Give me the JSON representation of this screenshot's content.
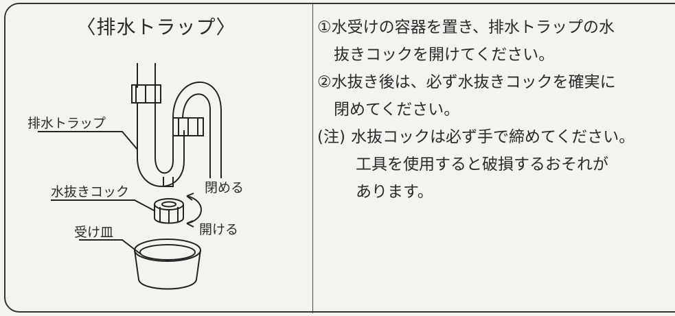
{
  "left": {
    "title": "〈排水トラップ〉",
    "labels": {
      "trap": "排水トラップ",
      "cock": "水抜きコック",
      "close": "閉める",
      "open": "開ける",
      "tray": "受け皿"
    }
  },
  "right": {
    "step1": {
      "line1": "①水受けの容器を置き、排水トラップの水",
      "line2": "抜きコックを開けてください。"
    },
    "step2": {
      "line1": "②水抜き後は、必ず水抜きコックを確実に",
      "line2": "閉めてください。"
    },
    "note": {
      "head": "(注)",
      "line1": "水抜コックは必ず手で締めてください。",
      "line2": "工具を使用すると破損するおそれが",
      "line3": "あります。"
    }
  }
}
